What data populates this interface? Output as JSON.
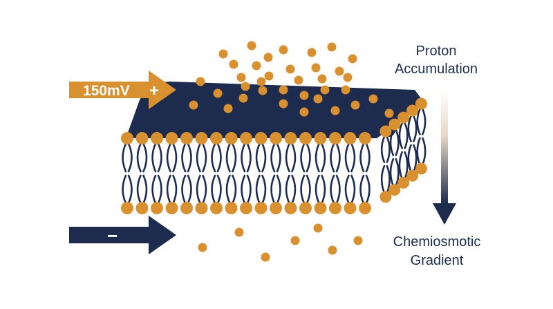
{
  "arrows": {
    "top": {
      "text": "150mV",
      "sign": "+"
    },
    "bottom": {
      "sign": "−"
    }
  },
  "labels": {
    "top_line1": "Proton",
    "top_line2": "Accumulation",
    "bottom_line1": "Chemiosmotic",
    "bottom_line2": "Gradient"
  },
  "colors": {
    "navy": "#1c2b4e",
    "orange": "#d9902f",
    "white": "#ffffff"
  },
  "icons": {
    "top_arrow": "right-arrow-icon",
    "bottom_arrow": "right-arrow-icon",
    "gradient_arrow": "down-arrow-icon"
  }
}
